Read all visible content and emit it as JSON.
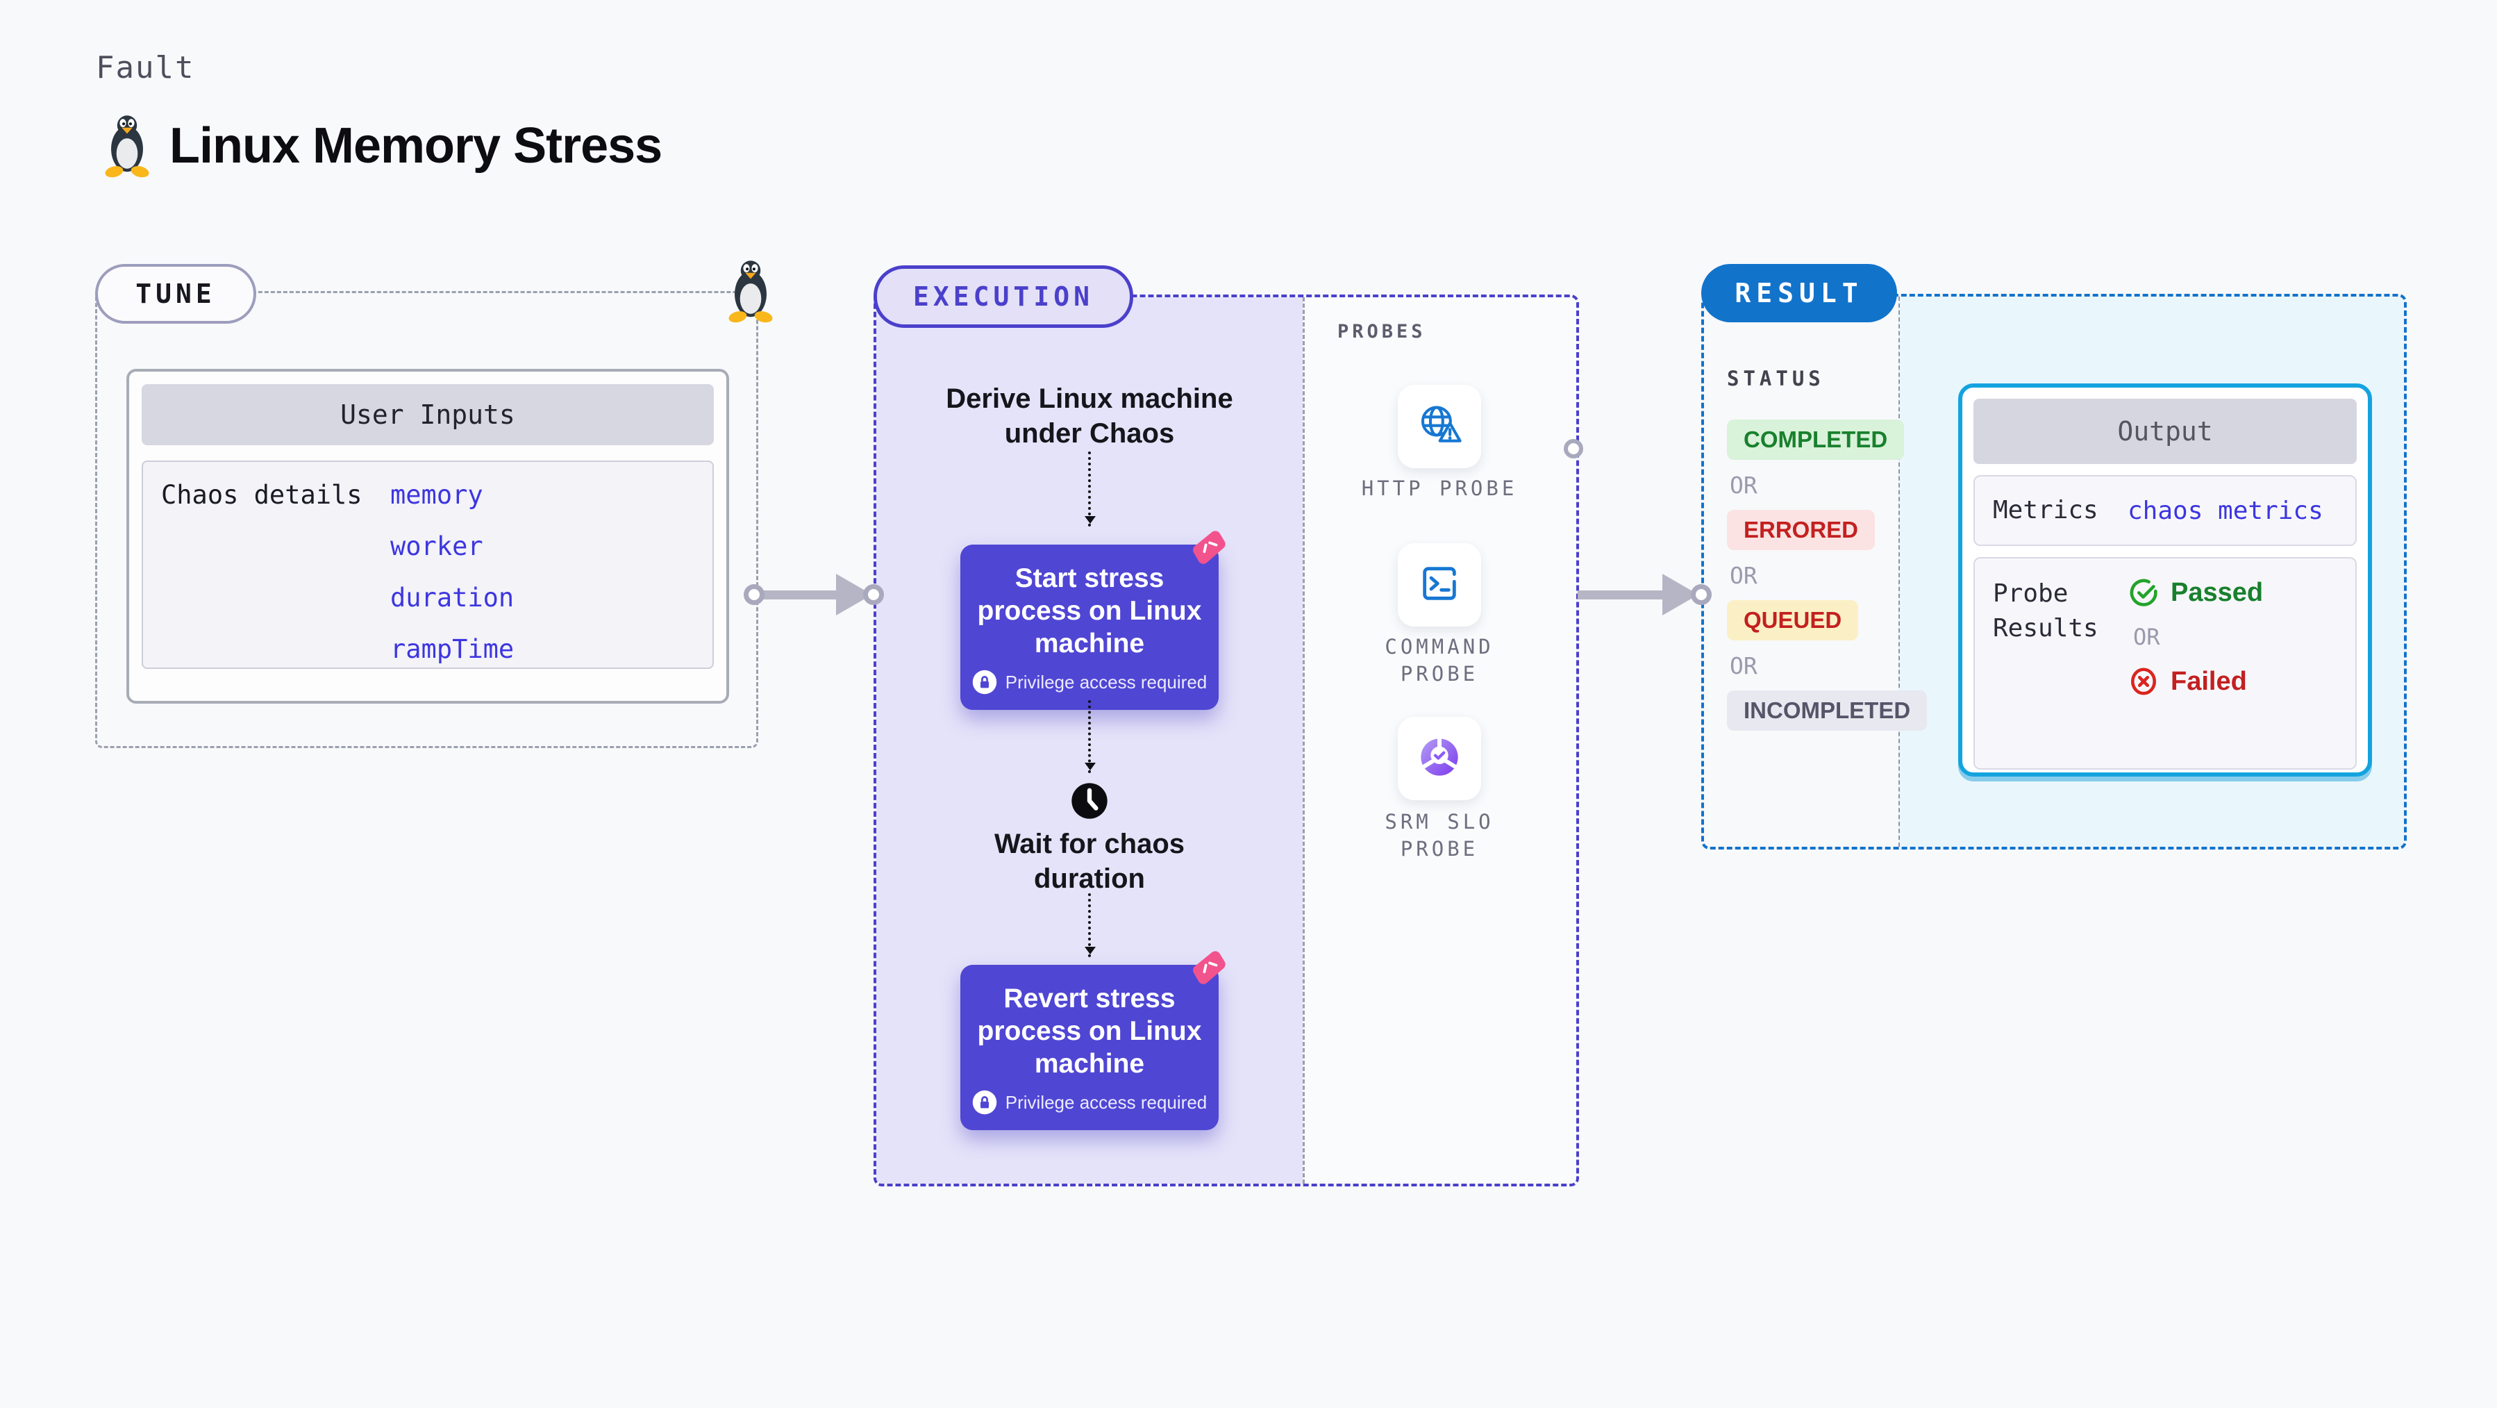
{
  "colors": {
    "page_bg": "#f8f9fb",
    "indigo": "#4b40cb",
    "indigo_fill": "#e5e3f9",
    "button_indigo": "#4f46d4",
    "link_blue": "#3d36e0",
    "blue": "#1273cb",
    "cyan": "#14a3df",
    "cyan_bg": "#e9f6fc",
    "green": "#19802d",
    "green_bg": "#d9f2da",
    "red": "#c32020",
    "red_bg": "#fae3e2",
    "yellow_bg": "#fbf0c5",
    "pink": "#f2538d",
    "arrow_gray": "#b5b5c5"
  },
  "header": {
    "eyebrow": "Fault",
    "title": "Linux Memory Stress"
  },
  "tune": {
    "label": "TUNE",
    "card_title": "User Inputs",
    "row_label": "Chaos details",
    "inputs": [
      "memory",
      "worker",
      "duration",
      "rampTime"
    ]
  },
  "execution": {
    "label": "EXECUTION",
    "derive_text": "Derive Linux machine under Chaos",
    "start_button": "Start stress process on Linux machine",
    "privilege_note": "Privilege access required",
    "wait_text": "Wait for chaos duration",
    "revert_button": "Revert stress process on Linux machine"
  },
  "probes": {
    "label": "PROBES",
    "items": [
      {
        "name": "HTTP PROBE",
        "icon": "globe-warning-icon"
      },
      {
        "name": "COMMAND PROBE",
        "icon": "terminal-icon"
      },
      {
        "name": "SRM SLO PROBE",
        "icon": "slo-pie-check-icon"
      }
    ]
  },
  "result": {
    "label": "RESULT",
    "status_label": "STATUS",
    "or_label": "OR",
    "statuses": [
      {
        "label": "COMPLETED",
        "type": "success"
      },
      {
        "label": "ERRORED",
        "type": "error"
      },
      {
        "label": "QUEUED",
        "type": "warning"
      },
      {
        "label": "INCOMPLETED",
        "type": "neutral"
      }
    ],
    "output": {
      "title": "Output",
      "metrics_label": "Metrics",
      "metrics_link": "chaos metrics",
      "probe_results_label": "Probe Results",
      "passed": "Passed",
      "failed": "Failed"
    }
  }
}
